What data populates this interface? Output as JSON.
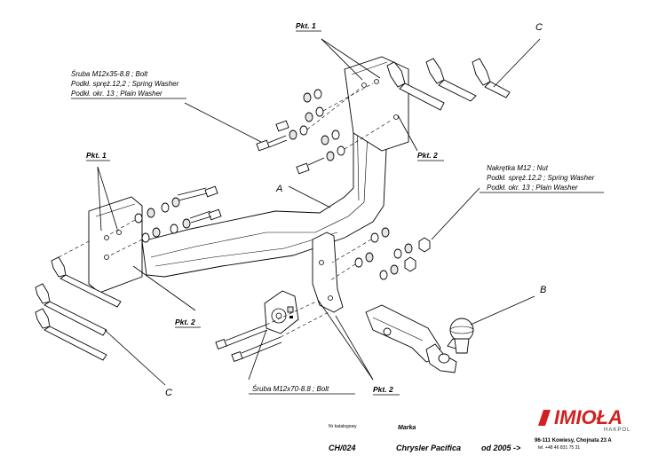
{
  "labels": {
    "pkt1": "Pkt. 1",
    "pkt2": "Pkt. 2",
    "a": "A",
    "b": "B",
    "c": "C"
  },
  "bolt_note": {
    "line1": "Śruba M12x35-8.8 ;  Bolt",
    "line2": "Podkł. spręż.12,2 ; Spring Washer",
    "line3": "Podkł. okr. 13 ; Plain Washer"
  },
  "nut_note": {
    "line1": "Nakrętka  M12 ; Nut",
    "line2": "Podkł. spręż.12,2 ; Spring Washer",
    "line3": "Podkł. okr. 13 ; Plain Washer"
  },
  "bolt70_note": "Śruba M12x70-8.8 ;  Bolt",
  "footer": {
    "catalog_label": "Nr katalogowy",
    "catalog_value": "CH/024",
    "brand_label": "Marka",
    "brand_value": "Chrysler Pacifica",
    "from_value": "od  2005 ->",
    "logo": "IMIOŁA",
    "logo_sub": "HAKPOL",
    "address": "96-111 Kowiesy,  Chojnata 23 A",
    "phone": "tel. +48 46 831 75 31"
  }
}
